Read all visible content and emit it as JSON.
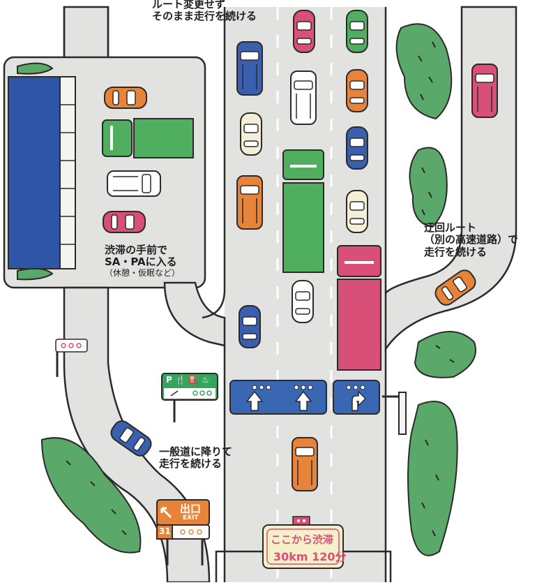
{
  "labels": {
    "continue_route": [
      "ルート変更せず",
      "そのまま走行を続ける"
    ],
    "sapa": [
      "渋滞の手前で",
      "SA・PAに入る",
      "（休憩・仮眠など）"
    ],
    "detour": [
      "迂回ルート",
      "（別の高速道路）で",
      "走行を続ける"
    ],
    "exit_road": [
      "一般道に降りて",
      "走行を続ける"
    ]
  },
  "signs": {
    "sapa_sign": "P 🍴 ⛽ ♨",
    "exit_sign_top": "出口",
    "exit_sign_en": "EXIT",
    "exit_number": "31",
    "jam_sign_line1": "ここから渋滞",
    "jam_sign_line2": "30km 120分"
  },
  "colors": {
    "road": "#e2e2e0",
    "outline": "#2a2a2a",
    "blue": "#3a5fae",
    "green": "#4faf5e",
    "orange": "#e8843a",
    "pink": "#d84f78",
    "white": "#ffffff",
    "cream": "#f4efd6",
    "tree": "#5aa86a",
    "sign_blue": "#3a67b3",
    "sign_green": "#35a55e",
    "jam_sign_bg": "#f6f0c9",
    "jam_text": "#d84f78",
    "sapa_building": "#2f55a8"
  },
  "icons": [
    "arrow-up-icon",
    "arrow-up-icon",
    "arrow-right-turn-icon"
  ]
}
